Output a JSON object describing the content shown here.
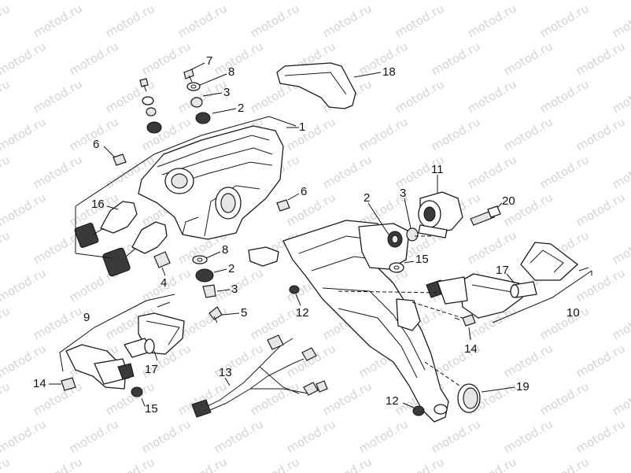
{
  "watermark": {
    "text": "motod.ru"
  },
  "callouts": [
    {
      "id": "c1",
      "label": "1"
    },
    {
      "id": "c2a",
      "label": "2"
    },
    {
      "id": "c2b",
      "label": "2"
    },
    {
      "id": "c2c",
      "label": "2"
    },
    {
      "id": "c3a",
      "label": "3"
    },
    {
      "id": "c3b",
      "label": "3"
    },
    {
      "id": "c3c",
      "label": "3"
    },
    {
      "id": "c4",
      "label": "4"
    },
    {
      "id": "c5",
      "label": "5"
    },
    {
      "id": "c6a",
      "label": "6"
    },
    {
      "id": "c6b",
      "label": "6"
    },
    {
      "id": "c7",
      "label": "7"
    },
    {
      "id": "c8a",
      "label": "8"
    },
    {
      "id": "c8b",
      "label": "8"
    },
    {
      "id": "c9",
      "label": "9"
    },
    {
      "id": "c10",
      "label": "10"
    },
    {
      "id": "c11",
      "label": "11"
    },
    {
      "id": "c12a",
      "label": "12"
    },
    {
      "id": "c12b",
      "label": "12"
    },
    {
      "id": "c13",
      "label": "13"
    },
    {
      "id": "c14a",
      "label": "14"
    },
    {
      "id": "c14b",
      "label": "14"
    },
    {
      "id": "c15a",
      "label": "15"
    },
    {
      "id": "c15b",
      "label": "15"
    },
    {
      "id": "c16",
      "label": "16"
    },
    {
      "id": "c17a",
      "label": "17"
    },
    {
      "id": "c17b",
      "label": "17"
    },
    {
      "id": "c18",
      "label": "18"
    },
    {
      "id": "c19",
      "label": "19"
    },
    {
      "id": "c20",
      "label": "20"
    }
  ]
}
